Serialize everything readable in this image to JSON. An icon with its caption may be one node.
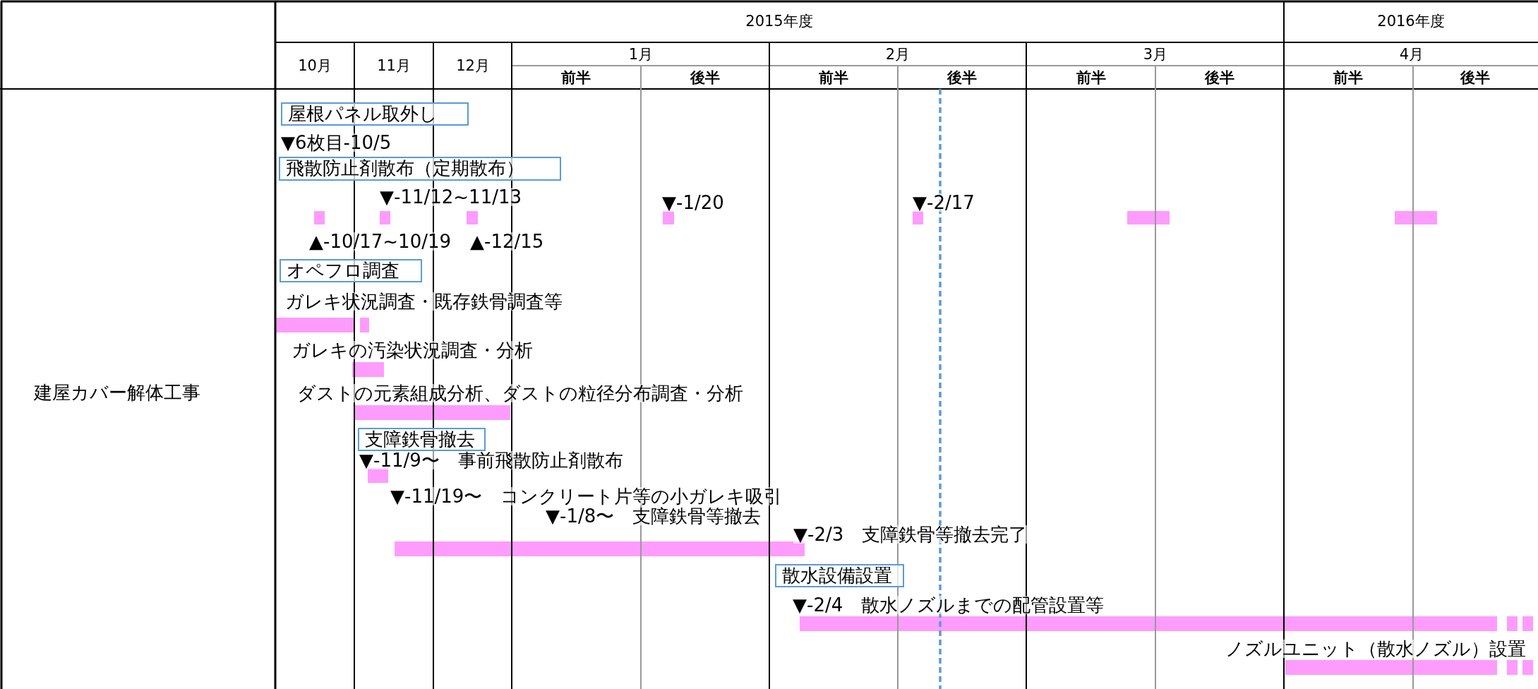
{
  "diagram": {
    "nodes": [
      {
        "text": [
          "屋根パネル取外し"
        ]
      },
      {
        "text": [
          "飛散防止剤散布（定期散布）"
        ]
      },
      {
        "text": [
          "オペフロ調査"
        ]
      },
      {
        "text": [
          "支障鉄骨撤去"
        ]
      },
      {
        "text": [
          "散水設備設置"
        ]
      }
    ],
    "labels": [
      "2015年度",
      "2016年度",
      "10月",
      "11月",
      "12月",
      "1月",
      "2月",
      "3月",
      "4月",
      "前半",
      "後半",
      "前半",
      "後半",
      "前半",
      "後半",
      "前半",
      "後半",
      "建屋カバー解体工事",
      "▼6枚目-10/5",
      "▼-11/12~11/13",
      "▼-1/20",
      "▼-2/17",
      "▲-10/17~10/19",
      "▲-12/15",
      "ガレキ状況調査・既存鉄骨調査等",
      "ガレキの汚染状況調査・分析",
      "ダストの元素組成分析、ダストの粒径分布調査・分析",
      "▼-11/9〜　事前飛散防止剤散布",
      "▼-11/19〜　コンクリート片等の小ガレキ吸引",
      "▼-1/8〜　支障鉄骨等撤去",
      "▼-2/3　支障鉄骨等撤去完了",
      "▼-2/4　散水ノズルまでの配管設置等",
      "ノズルユニット（散水ノズル）設置"
    ]
  }
}
